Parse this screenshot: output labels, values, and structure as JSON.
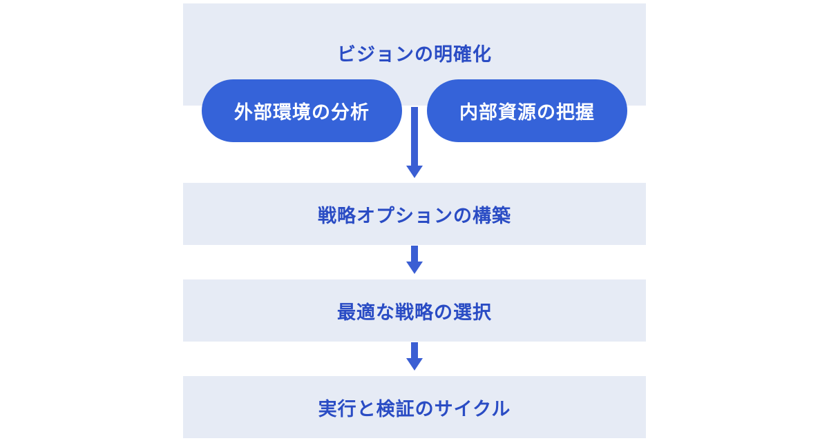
{
  "diagram": {
    "steps": {
      "vision": "ビジョンの明確化",
      "external_analysis": "外部環境の分析",
      "internal_resources": "内部資源の把握",
      "strategy_options": "戦略オプションの構築",
      "best_strategy": "最適な戦略の選択",
      "execution_cycle": "実行と検証のサイクル"
    },
    "colors": {
      "box_background": "#e6ebf5",
      "box_text": "#2a4cc4",
      "pill_background": "#3563d9",
      "pill_text": "#ffffff",
      "arrow": "#3a5ed3"
    }
  }
}
